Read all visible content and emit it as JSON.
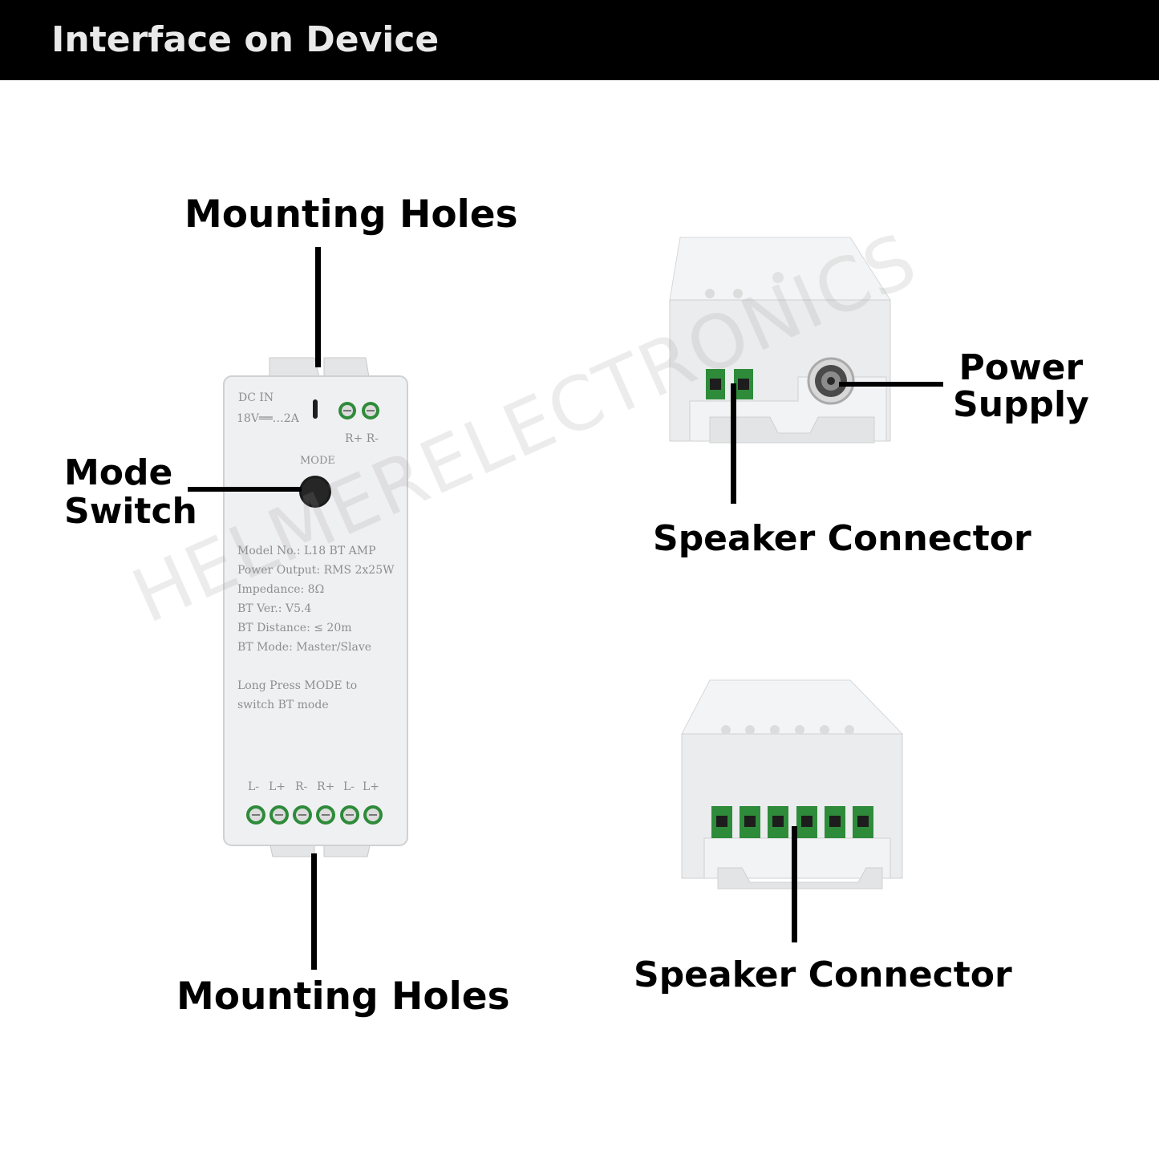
{
  "header": {
    "title": "Interface on Device"
  },
  "labels": {
    "mounting_holes_top": "Mounting Holes",
    "mounting_holes_bottom": "Mounting Holes",
    "mode_switch_line1": "Mode",
    "mode_switch_line2": "Switch",
    "power_supply_line1": "Power",
    "power_supply_line2": "Supply",
    "speaker_connector_1": "Speaker Connector",
    "speaker_connector_2": "Speaker Connector"
  },
  "device": {
    "dc_in": "DC IN",
    "rating": "18V══…2A",
    "output_terminals": "R+  R-",
    "mode_label": "MODE",
    "specs": [
      "Model No.: L18 BT AMP",
      "Power Output: RMS 2x25W",
      "Impedance: 8Ω",
      "BT Ver.: V5.4",
      "BT Distance: ≤ 20m",
      "BT Mode: Master/Slave"
    ],
    "instruction_line1": "Long Press MODE to",
    "instruction_line2": "switch BT mode",
    "speaker_terminals": [
      "L-",
      "L+",
      "R-",
      "R+",
      "L-",
      "L+"
    ]
  },
  "watermark": "HELMERELECTRONICS",
  "colors": {
    "header_bg": "#000000",
    "terminal_green": "#2e8b3a",
    "device_body": "#f0f1f2"
  }
}
